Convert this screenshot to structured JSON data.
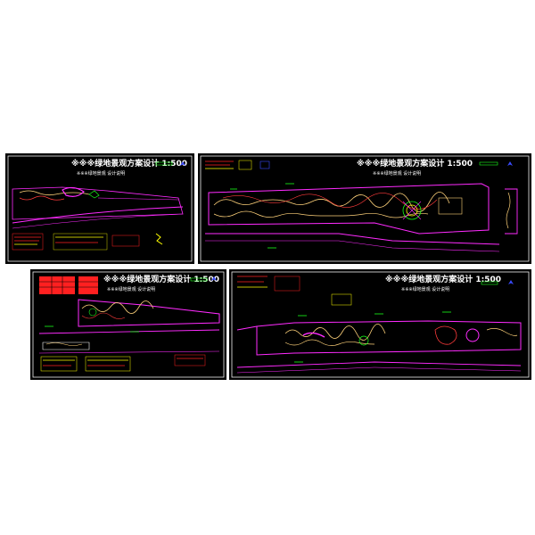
{
  "colors": {
    "page_background": "#ffffff",
    "sheet_background": "#000000",
    "frame_line": "#f0f0f0",
    "title_text": "#ffffff",
    "site_boundary": "#ff2bff",
    "planting": "#ffd27a",
    "paths": "#ff3b3b",
    "water_green": "#19ff19",
    "notes_yellow": "#ffff00",
    "notes_red": "#ff2020",
    "north_arrow": "#3a4bff"
  },
  "sheets": [
    {
      "title": "※※※绿地景观方案设计 1:500",
      "subtitle": "※※※绿地景观 设计说明"
    },
    {
      "title": "※※※绿地景观方案设计 1:500",
      "subtitle": "※※※绿地景观 设计说明"
    },
    {
      "title": "※※※绿地景观方案设计 1:500",
      "subtitle": "※※※绿地景观 设计说明"
    },
    {
      "title": "※※※绿地景观方案设计 1:500",
      "subtitle": "※※※绿地景观 设计说明"
    }
  ]
}
